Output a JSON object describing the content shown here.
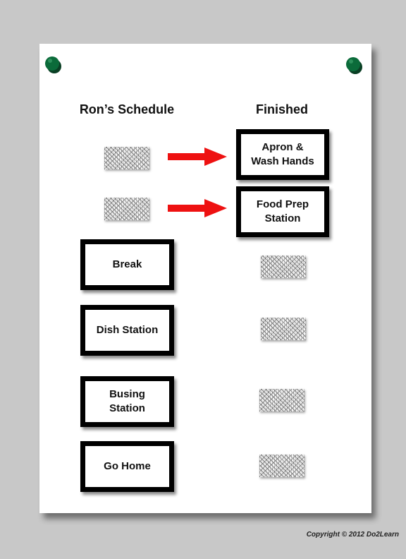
{
  "headings": {
    "schedule": "Ron’s Schedule",
    "finished": "Finished"
  },
  "finished_cards": [
    "Apron &\nWash Hands",
    "Food Prep\nStation"
  ],
  "schedule_cards": [
    "Break",
    "Dish Station",
    "Busing\nStation",
    "Go Home"
  ],
  "copyright": "Copyright © 2012 Do2Learn",
  "colors": {
    "arrow": "#ee1111",
    "pin": "#0b6b3a",
    "card_border": "#000000"
  },
  "icons": [
    "pushpin-icon",
    "right-arrow-icon",
    "velcro-dot-icon"
  ]
}
